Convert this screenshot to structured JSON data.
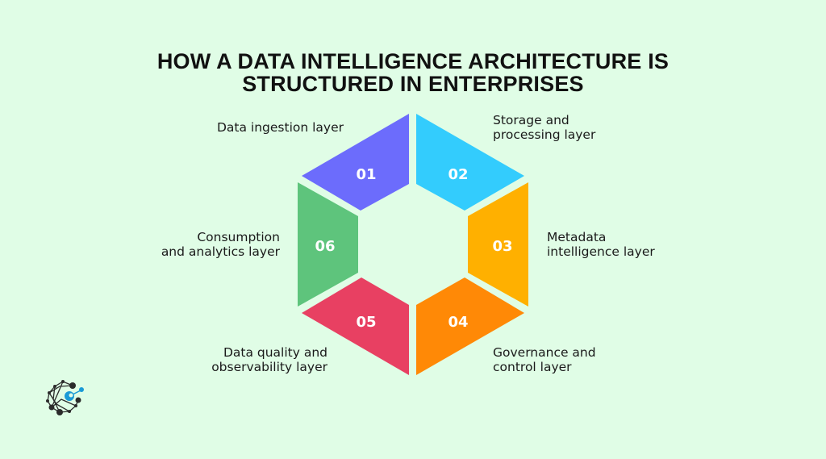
{
  "title": {
    "line1": "HOW A DATA INTELLIGENCE ARCHITECTURE IS",
    "line2": "STRUCTURED IN ENTERPRISES"
  },
  "colors": {
    "background": "#e0fde6",
    "segment_01": "#6c6cfc",
    "segment_02": "#33ccfd",
    "segment_03": "#ffb000",
    "segment_04": "#ff8906",
    "segment_05": "#e84062",
    "segment_06": "#5ec47c",
    "logo_accent": "#1a9ad6",
    "logo_dark": "#2b2b2b"
  },
  "segments": [
    {
      "number": "01",
      "label_line1": "Data ingestion layer",
      "label_line2": ""
    },
    {
      "number": "02",
      "label_line1": "Storage and",
      "label_line2": "processing layer"
    },
    {
      "number": "03",
      "label_line1": "Metadata",
      "label_line2": "intelligence layer"
    },
    {
      "number": "04",
      "label_line1": "Governance and",
      "label_line2": "control layer"
    },
    {
      "number": "05",
      "label_line1": "Data quality and",
      "label_line2": "observability layer"
    },
    {
      "number": "06",
      "label_line1": "Consumption",
      "label_line2": "and analytics layer"
    }
  ],
  "logo": {
    "icon": "network-logo-icon"
  }
}
